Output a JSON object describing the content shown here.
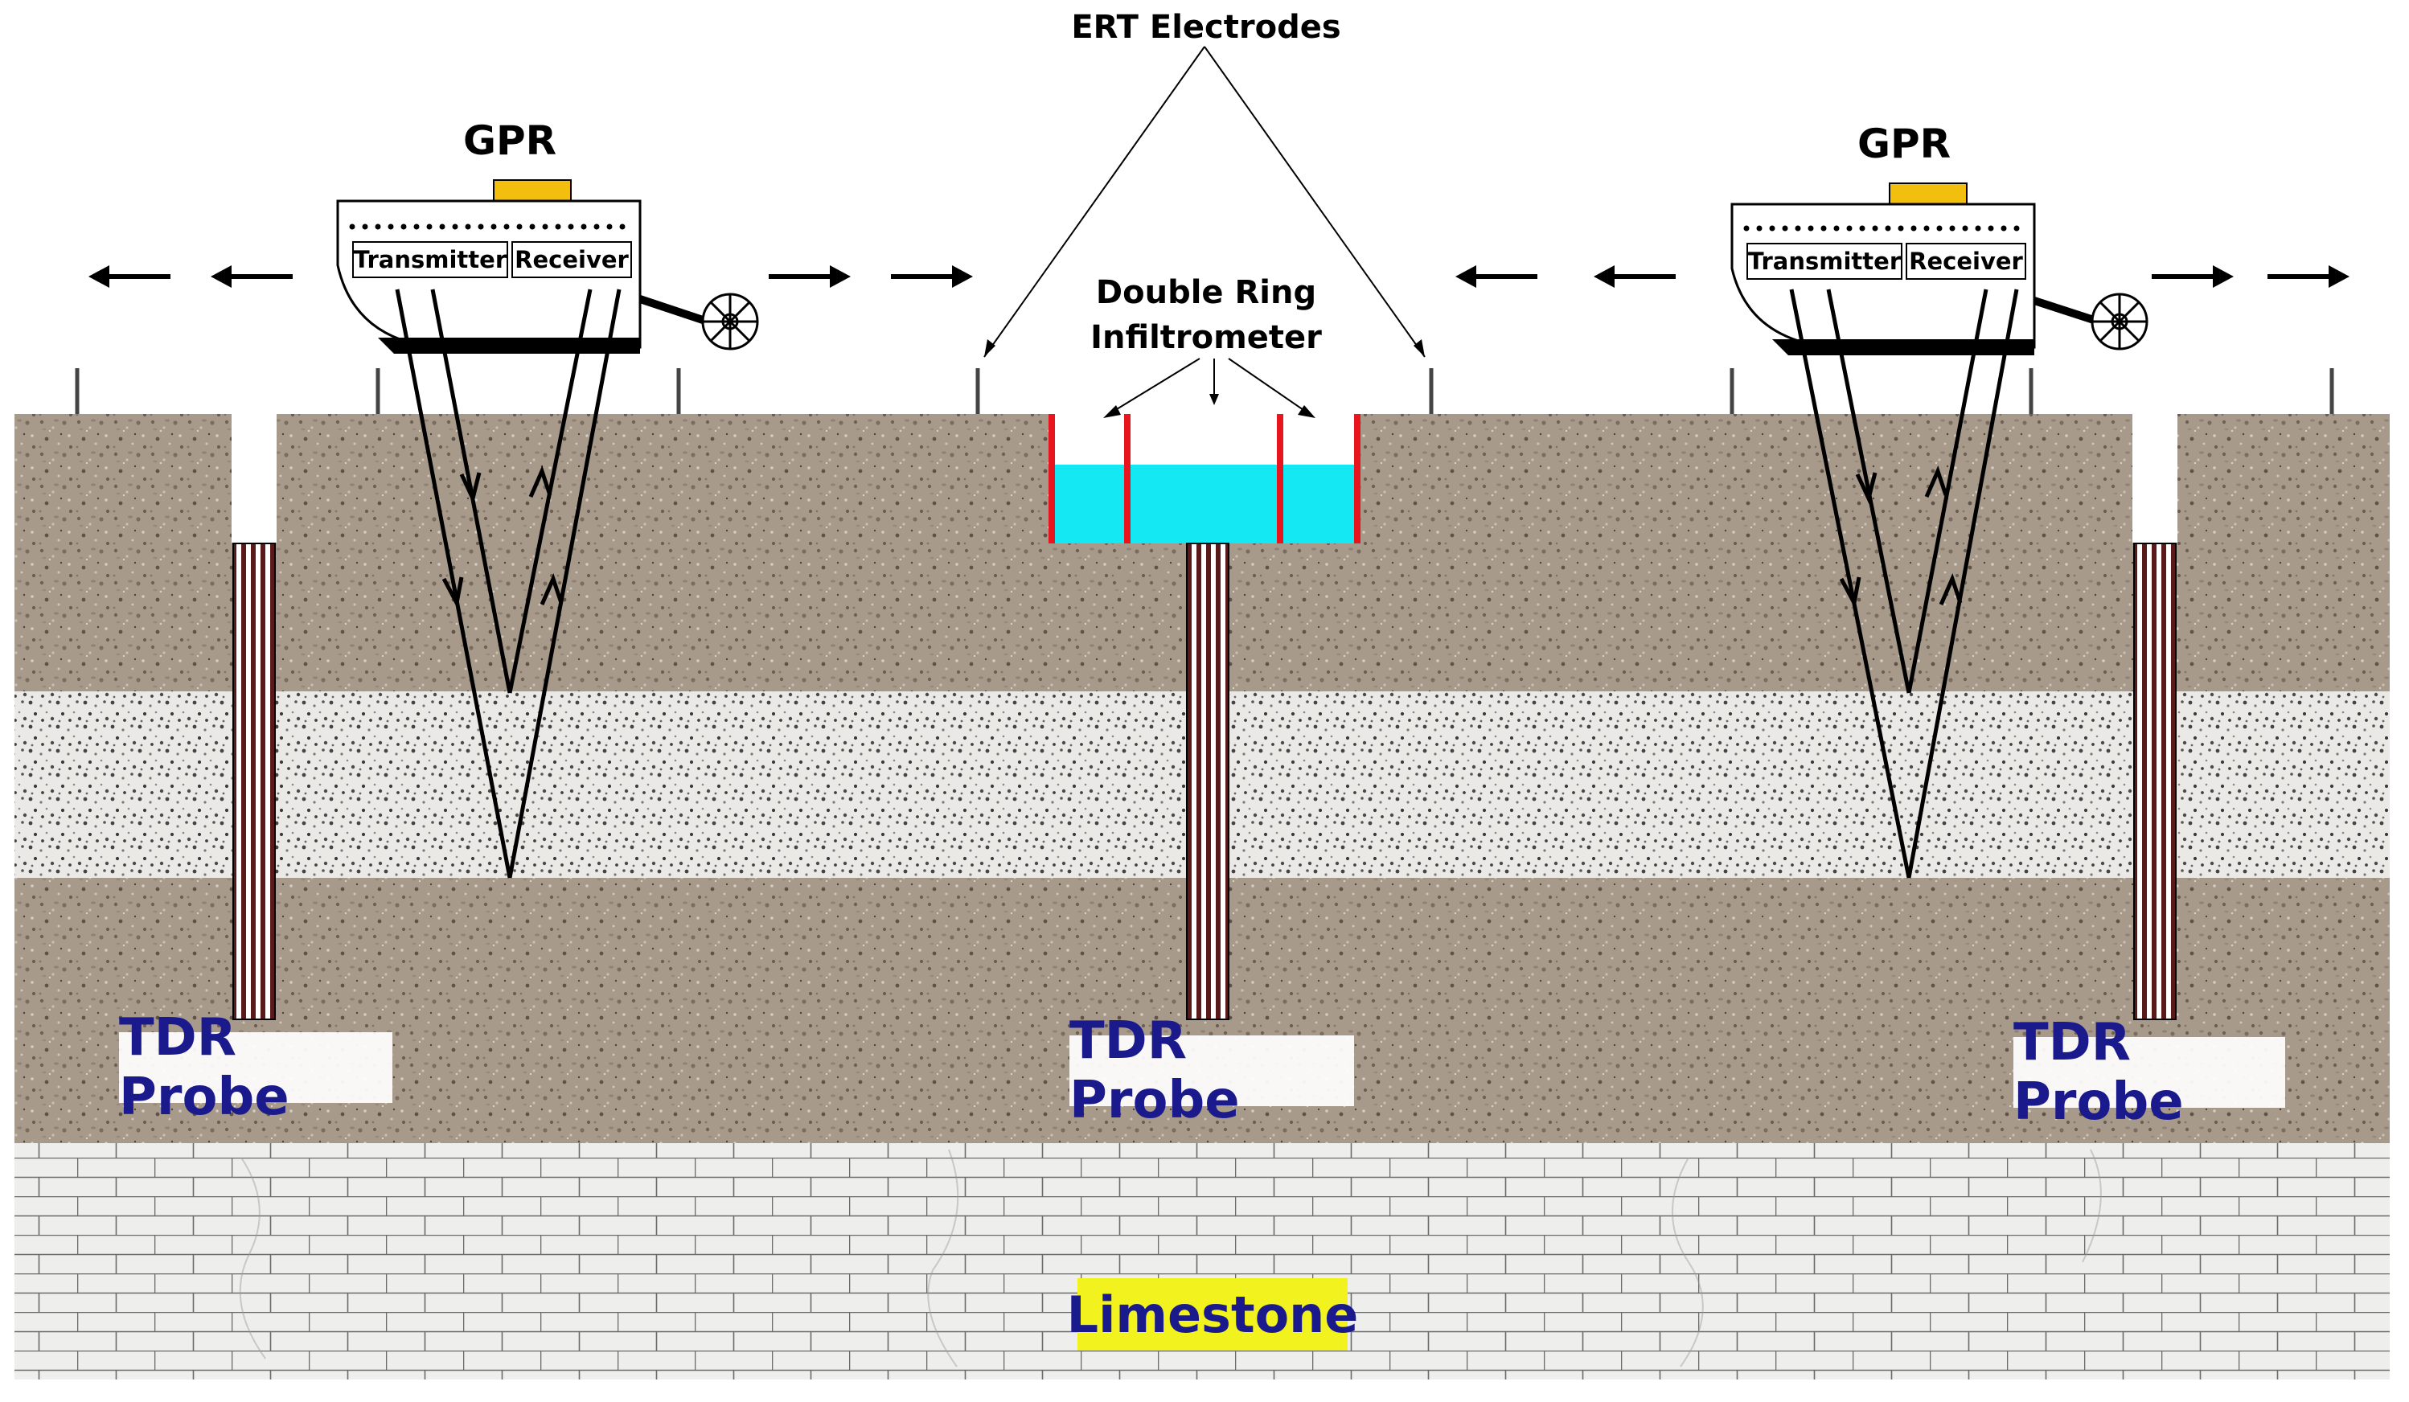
{
  "labels": {
    "ert": "ERT Electrodes",
    "gpr_left": "GPR",
    "gpr_right": "GPR",
    "transmitter_left": "Transmitter",
    "receiver_left": "Receiver",
    "transmitter_right": "Transmitter",
    "receiver_right": "Receiver",
    "dri_line1": "Double Ring",
    "dri_line2": "Infiltrometer",
    "tdr_left": "TDR Probe",
    "tdr_center": "TDR Probe",
    "tdr_right": "TDR Probe",
    "limestone": "Limestone"
  },
  "colors": {
    "soil": "#a99b8c",
    "sand": "#ebe9e6",
    "limestone": "#eeeeec",
    "water": "#14e8f2",
    "ring": "#e8141e",
    "gpr_antenna": "#f2bf0f",
    "tdr_label_text": "#1a1a8c",
    "limestone_label_bg": "#f2f21f"
  }
}
